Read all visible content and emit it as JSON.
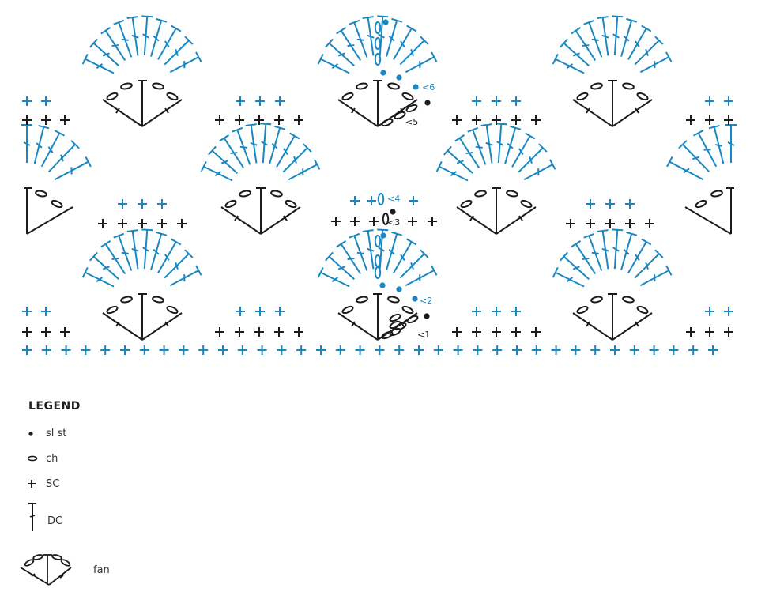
{
  "colors": {
    "blue": "#1a87c2",
    "black": "#1b1b1b"
  },
  "chart": {
    "row_markers": [
      "<1",
      "<2",
      "<3",
      "<4",
      "<5",
      "<6"
    ]
  },
  "legend": {
    "title": "LEGEND",
    "items": [
      {
        "symbol": "sl-st-dot-icon",
        "label": "sl st"
      },
      {
        "symbol": "chain-oval-icon",
        "label": "ch"
      },
      {
        "symbol": "single-crochet-plus-icon",
        "label": "SC"
      },
      {
        "symbol": "double-crochet-t-icon",
        "label": "DC"
      },
      {
        "symbol": "fan-icon",
        "label": "fan"
      }
    ]
  }
}
